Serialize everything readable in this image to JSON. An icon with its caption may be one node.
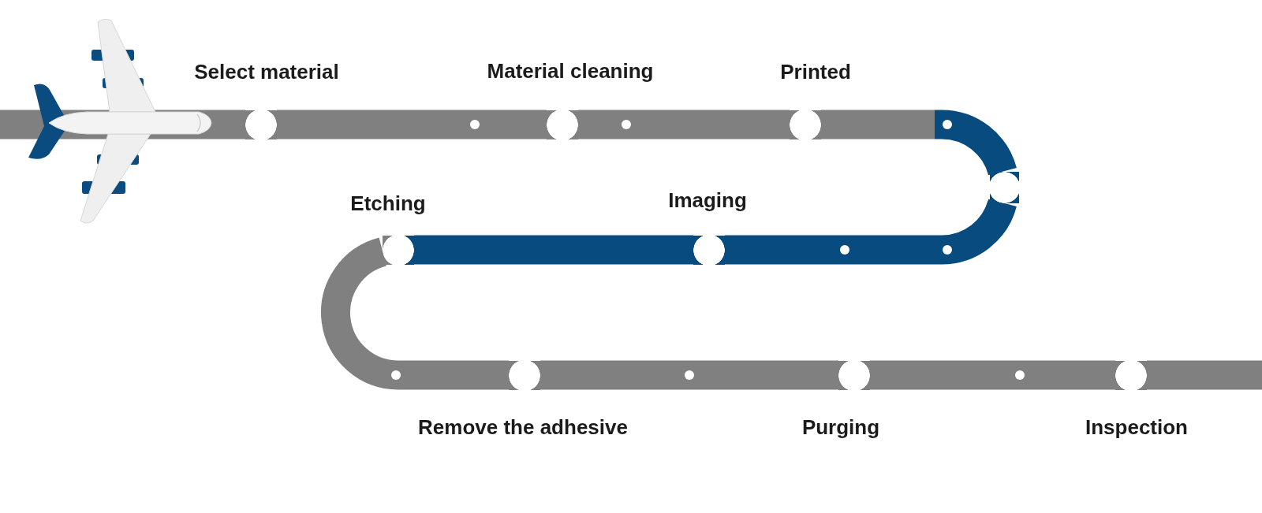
{
  "diagram": {
    "nodes": [
      {
        "text": [],
        "shape": "circle",
        "beside": [
          "Select material"
        ]
      },
      {
        "text": [],
        "shape": "circle",
        "beside": [
          "Material cleaning"
        ]
      },
      {
        "text": [],
        "shape": "circle",
        "beside": [
          "Printed"
        ]
      },
      {
        "text": [],
        "shape": "circle"
      },
      {
        "text": [],
        "shape": "circle",
        "beside": [
          "Imaging"
        ]
      },
      {
        "text": [],
        "shape": "circle",
        "beside": [
          "Etching"
        ]
      },
      {
        "text": [],
        "shape": "circle",
        "beside": [
          "Remove the adhesive"
        ]
      },
      {
        "text": [],
        "shape": "circle",
        "beside": [
          "Purging"
        ]
      },
      {
        "text": [],
        "shape": "circle",
        "beside": [
          "Inspection"
        ]
      }
    ],
    "edges": [
      {
        "from": null,
        "to": 0,
        "arrow": "none"
      },
      {
        "from": 0,
        "to": 1,
        "arrow": "none"
      },
      {
        "from": 1,
        "to": 2,
        "arrow": "none"
      },
      {
        "from": 2,
        "to": 3,
        "arrow": "none",
        "color": "#074b7f"
      },
      {
        "from": 3,
        "to": 4,
        "arrow": "none",
        "color": "#074b7f"
      },
      {
        "from": 4,
        "to": 5,
        "arrow": "none",
        "color": "#074b7f"
      },
      {
        "from": 5,
        "to": 6,
        "arrow": "none"
      },
      {
        "from": 6,
        "to": 7,
        "arrow": "none"
      },
      {
        "from": 7,
        "to": 8,
        "arrow": "none"
      },
      {
        "from": 8,
        "to": null,
        "arrow": "none"
      }
    ]
  }
}
